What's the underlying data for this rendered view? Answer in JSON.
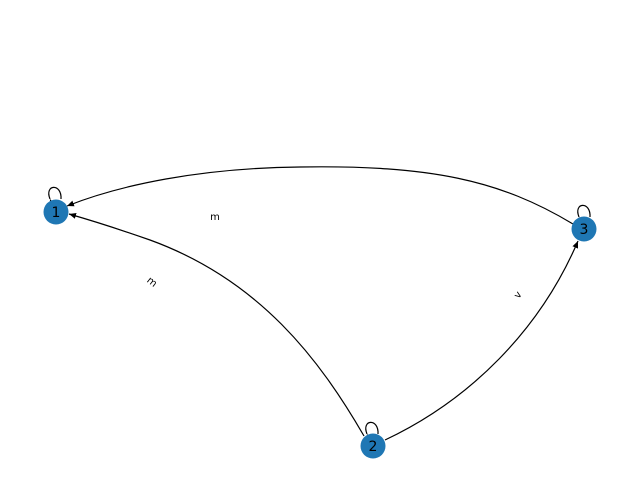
{
  "graph": {
    "node_color": "#1f77b4",
    "edge_color": "#000000",
    "nodes": [
      {
        "id": "1",
        "label": "1"
      },
      {
        "id": "2",
        "label": "2"
      },
      {
        "id": "3",
        "label": "3"
      }
    ],
    "edges": [
      {
        "source": "3",
        "target": "1",
        "label": "m"
      },
      {
        "source": "2",
        "target": "1",
        "label": "m"
      },
      {
        "source": "2",
        "target": "3",
        "label": "v"
      },
      {
        "source": "1",
        "target": "1",
        "label": ""
      },
      {
        "source": "2",
        "target": "2",
        "label": ""
      },
      {
        "source": "3",
        "target": "3",
        "label": ""
      }
    ]
  }
}
